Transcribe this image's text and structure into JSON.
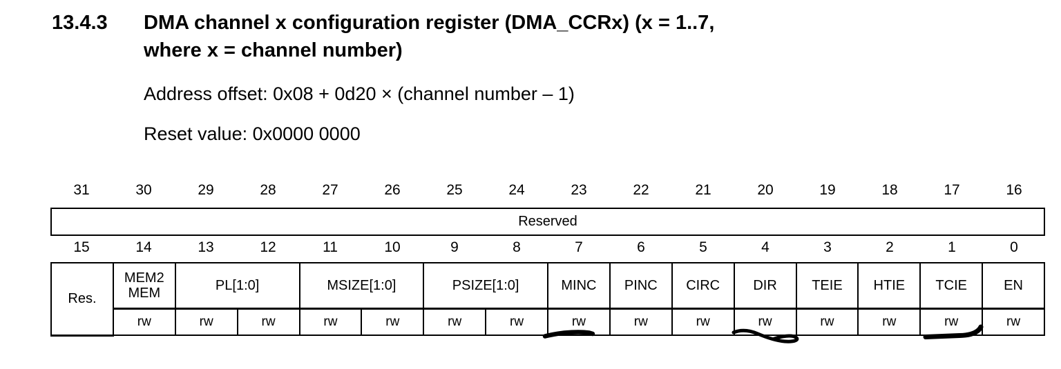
{
  "document": {
    "section_number": "13.4.3",
    "title_line1": "DMA channel x configuration register (DMA_CCRx) (x = 1..7,",
    "title_line2": "where x = channel number)",
    "address_offset": "Address offset: 0x08 + 0d20 × (channel number – 1)",
    "reset_value": "Reset value: 0x0000 0000"
  },
  "register": {
    "bits_high": [
      "31",
      "30",
      "29",
      "28",
      "27",
      "26",
      "25",
      "24",
      "23",
      "22",
      "21",
      "20",
      "19",
      "18",
      "17",
      "16"
    ],
    "reserved_label": "Reserved",
    "bits_low": [
      "15",
      "14",
      "13",
      "12",
      "11",
      "10",
      "9",
      "8",
      "7",
      "6",
      "5",
      "4",
      "3",
      "2",
      "1",
      "0"
    ],
    "fields": {
      "res": "Res.",
      "mem2mem": "MEM2 MEM",
      "pl": "PL[1:0]",
      "msize": "MSIZE[1:0]",
      "psize": "PSIZE[1:0]",
      "minc": "MINC",
      "pinc": "PINC",
      "circ": "CIRC",
      "dir": "DIR",
      "teie": "TEIE",
      "htie": "HTIE",
      "tcie": "TCIE",
      "en": "EN"
    },
    "access": [
      "rw",
      "rw",
      "rw",
      "rw",
      "rw",
      "rw",
      "rw",
      "rw",
      "rw",
      "rw",
      "rw",
      "rw",
      "rw",
      "rw",
      "rw"
    ],
    "annotations": {
      "marker_color": "#000000",
      "underlined_fields": [
        "MINC",
        "DIR",
        "TCIE"
      ]
    }
  }
}
